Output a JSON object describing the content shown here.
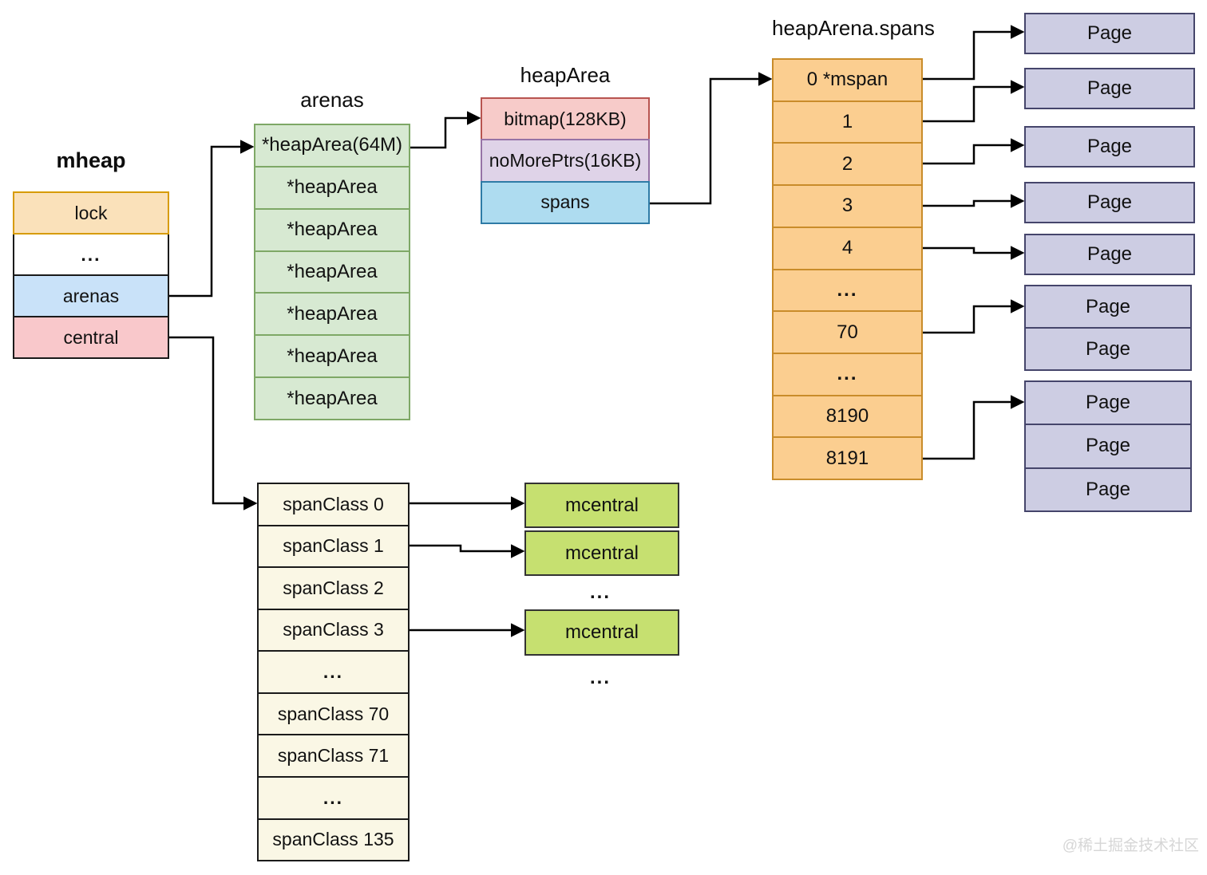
{
  "mheap": {
    "title": "mheap",
    "rows": [
      "lock",
      "...",
      "arenas",
      "central"
    ]
  },
  "arenas_column": {
    "title": "arenas",
    "rows": [
      "*heapArea(64M)",
      "*heapArea",
      "*heapArea",
      "*heapArea",
      "*heapArea",
      "*heapArea",
      "*heapArea"
    ]
  },
  "heap_area": {
    "title": "heapArea",
    "rows": [
      "bitmap(128KB)",
      "noMorePtrs(16KB)",
      "spans"
    ]
  },
  "heap_arena_spans": {
    "title": "heapArena.spans",
    "rows": [
      "0 *mspan",
      "1",
      "2",
      "3",
      "4",
      "...",
      "70",
      "...",
      "8190",
      "8191"
    ]
  },
  "pages": {
    "singles": [
      "Page",
      "Page",
      "Page",
      "Page",
      "Page"
    ],
    "group_two": [
      "Page",
      "Page"
    ],
    "group_three": [
      "Page",
      "Page",
      "Page"
    ]
  },
  "span_class_column": {
    "rows": [
      "spanClass 0",
      "spanClass 1",
      "spanClass 2",
      "spanClass 3",
      "...",
      "spanClass 70",
      "spanClass 71",
      "...",
      "spanClass 135"
    ]
  },
  "mcentral_column": {
    "items": [
      "mcentral",
      "mcentral",
      "mcentral"
    ],
    "ellipsis_1": "...",
    "ellipsis_2": "..."
  },
  "watermark": "@稀土掘金技术社区",
  "colors": {
    "lock_fill": "#FAE1BA",
    "lock_border": "#D79B00",
    "arenas_fill": "#C9E2F9",
    "central_fill": "#F9C8CB",
    "green_fill": "#D7E9D2",
    "green_border": "#7EA866",
    "bitmap_fill": "#F7CBC9",
    "bitmap_border": "#B85450",
    "nomoreptrs_fill": "#DFD3E8",
    "nomoreptrs_border": "#9673A6",
    "spans_fill": "#AEDCF0",
    "spans_border": "#2E7BA6",
    "orange_fill": "#FBCE90",
    "orange_border": "#C98C2A",
    "page_fill": "#CDCDE3",
    "page_border": "#45456B",
    "spanclass_fill": "#FAF7E5",
    "mcentral_fill": "#C6E070",
    "arrow": "#000000"
  }
}
